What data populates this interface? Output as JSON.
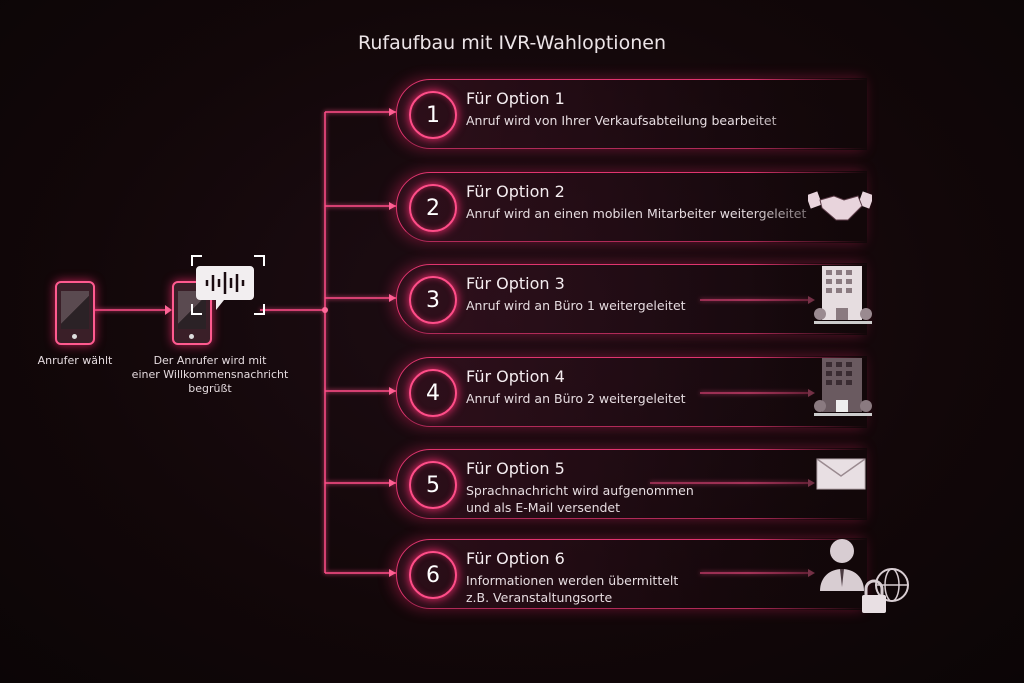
{
  "title": "Rufaufbau mit IVR-Wahloptionen",
  "caller": {
    "label": "Anrufer wählt"
  },
  "greeting": {
    "label_lines": [
      "Der Anrufer wird mit",
      "einer Willkommensnachricht",
      "begrüßt"
    ]
  },
  "options": [
    {
      "number": "1",
      "title": "Für Option 1",
      "lines": [
        "Anruf wird von Ihrer Verkaufsabteilung bearbeitet"
      ],
      "icon": "none"
    },
    {
      "number": "2",
      "title": "Für Option 2",
      "lines": [
        "Anruf wird an einen mobilen Mitarbeiter weitergeleitet"
      ],
      "icon": "handshake-icon"
    },
    {
      "number": "3",
      "title": "Für Option 3",
      "lines": [
        "Anruf wird an Büro 1 weitergeleitet"
      ],
      "icon": "office-building-icon"
    },
    {
      "number": "4",
      "title": "Für Option 4",
      "lines": [
        "Anruf wird an Büro 2 weitergeleitet"
      ],
      "icon": "office-building-icon"
    },
    {
      "number": "5",
      "title": "Für Option 5",
      "lines": [
        "Sprachnachricht wird aufgenommen",
        "und als E-Mail versendet"
      ],
      "icon": "envelope-icon"
    },
    {
      "number": "6",
      "title": "Für Option 6",
      "lines": [
        "Informationen werden übermittelt",
        "z.B. Veranstaltungsorte"
      ],
      "icon": "person-globe-lock-icon"
    }
  ],
  "colors": {
    "accent": "#ff2d74",
    "background": "#120709"
  }
}
